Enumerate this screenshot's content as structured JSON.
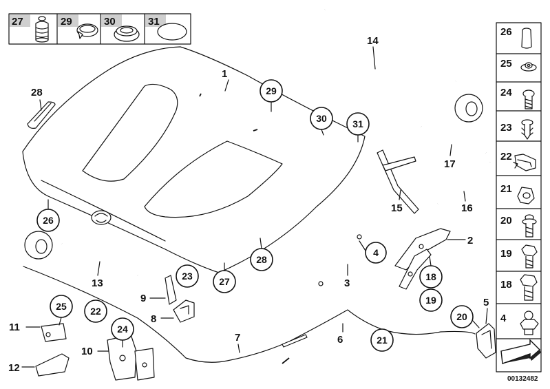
{
  "parts_box_top": {
    "labels": [
      "27",
      "29",
      "30",
      "31"
    ]
  },
  "parts_box_right": {
    "labels": [
      "26",
      "25",
      "24",
      "23",
      "22",
      "21",
      "20",
      "19",
      "18",
      "4"
    ]
  },
  "plain_labels": {
    "p1": "1",
    "p14": "14",
    "p28": "28",
    "p2": "2",
    "p3": "3",
    "p17": "17",
    "p15": "15",
    "p16": "16",
    "p13": "13",
    "p9": "9",
    "p8": "8",
    "p11": "11",
    "p12": "12",
    "p10": "10",
    "p7": "7",
    "p6": "6",
    "p5": "5"
  },
  "circled_labels": {
    "c29": "29",
    "c30": "30",
    "c31": "31",
    "c26": "26",
    "c28": "28",
    "c27": "27",
    "c4": "4",
    "c18": "18",
    "c19": "19",
    "c23": "23",
    "c22": "22",
    "c25": "25",
    "c24": "24",
    "c21": "21",
    "c20": "20"
  },
  "diagram_number": "00132482"
}
